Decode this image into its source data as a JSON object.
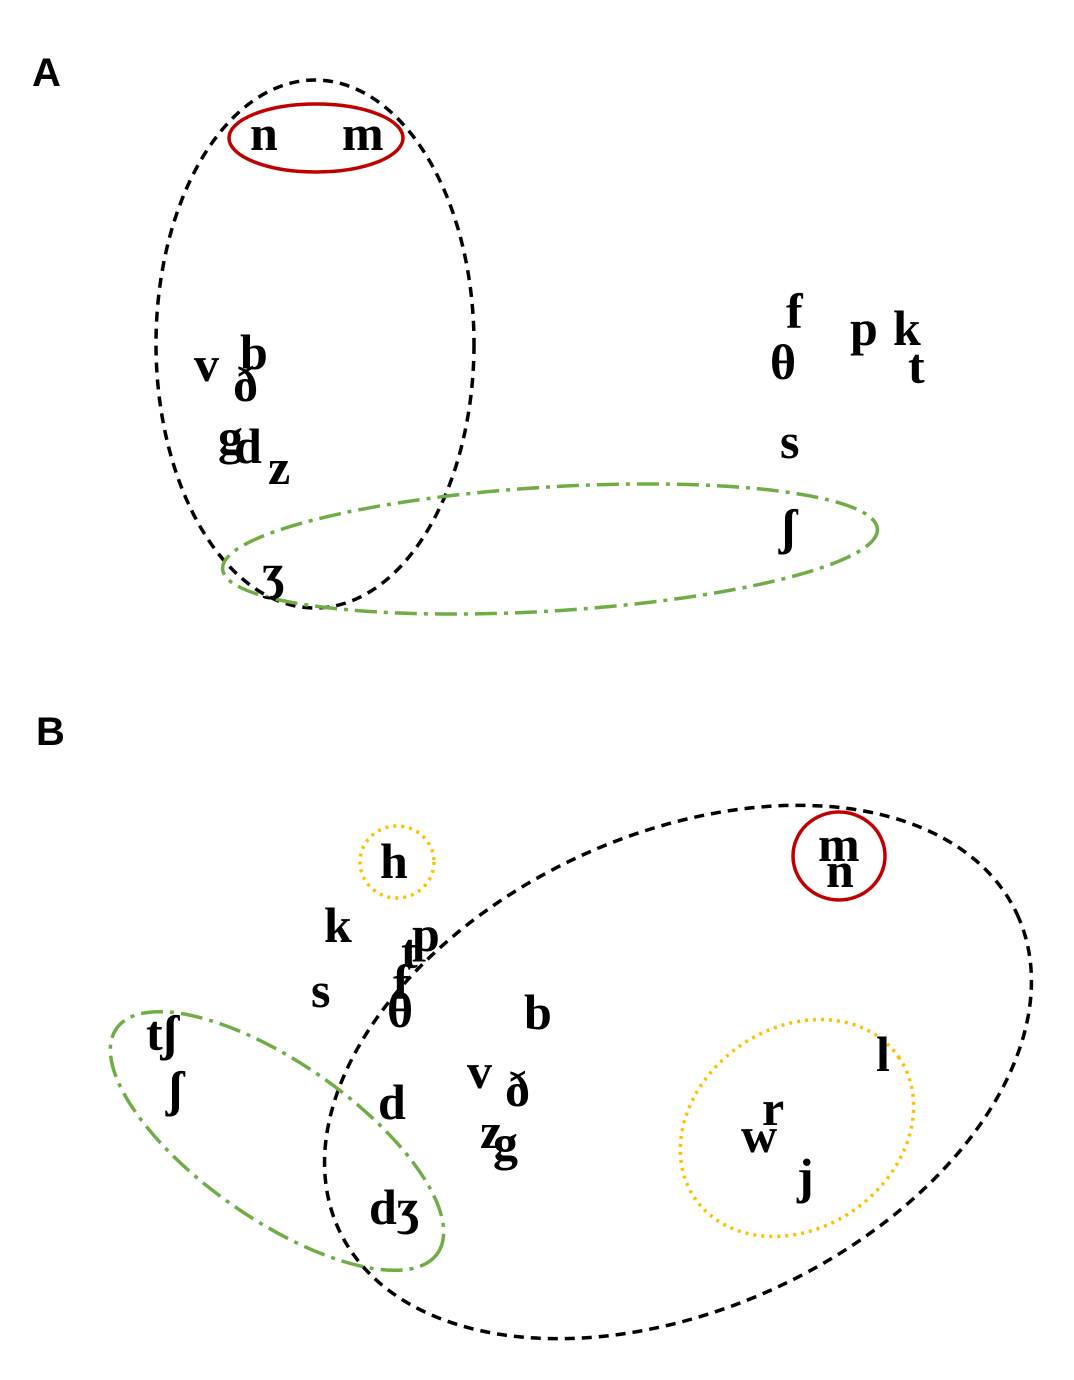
{
  "colors": {
    "voiced_group": "#000000",
    "nasal_group": "#c00000",
    "fricative_group": "#70ad47",
    "approximant_group": "#ffc000"
  },
  "panel_a": {
    "label": "A",
    "phonemes": [
      {
        "id": "n",
        "text": "n"
      },
      {
        "id": "m",
        "text": "m"
      },
      {
        "id": "v",
        "text": "v"
      },
      {
        "id": "b",
        "text": "b"
      },
      {
        "id": "dh",
        "text": "ð"
      },
      {
        "id": "g",
        "text": "g"
      },
      {
        "id": "d",
        "text": "d"
      },
      {
        "id": "z",
        "text": "z"
      },
      {
        "id": "zh",
        "text": "ʒ"
      },
      {
        "id": "f",
        "text": "f"
      },
      {
        "id": "p",
        "text": "p"
      },
      {
        "id": "k",
        "text": "k"
      },
      {
        "id": "th",
        "text": "θ"
      },
      {
        "id": "t",
        "text": "t"
      },
      {
        "id": "s",
        "text": "s"
      },
      {
        "id": "sh",
        "text": "ʃ"
      }
    ]
  },
  "panel_b": {
    "label": "B",
    "phonemes": [
      {
        "id": "h",
        "text": "h"
      },
      {
        "id": "m",
        "text": "m"
      },
      {
        "id": "n",
        "text": "n"
      },
      {
        "id": "k",
        "text": "k"
      },
      {
        "id": "t",
        "text": "t"
      },
      {
        "id": "p",
        "text": "p"
      },
      {
        "id": "f",
        "text": "f"
      },
      {
        "id": "s",
        "text": "s"
      },
      {
        "id": "th",
        "text": "θ"
      },
      {
        "id": "b",
        "text": "b"
      },
      {
        "id": "tsh",
        "text": "tʃ"
      },
      {
        "id": "sh",
        "text": "ʃ"
      },
      {
        "id": "v",
        "text": "v"
      },
      {
        "id": "dh",
        "text": "ð"
      },
      {
        "id": "l",
        "text": "l"
      },
      {
        "id": "d",
        "text": "d"
      },
      {
        "id": "z",
        "text": "z"
      },
      {
        "id": "g",
        "text": "g"
      },
      {
        "id": "r",
        "text": "r"
      },
      {
        "id": "w",
        "text": "w"
      },
      {
        "id": "j",
        "text": "j"
      },
      {
        "id": "dzh",
        "text": "dʒ"
      }
    ]
  }
}
